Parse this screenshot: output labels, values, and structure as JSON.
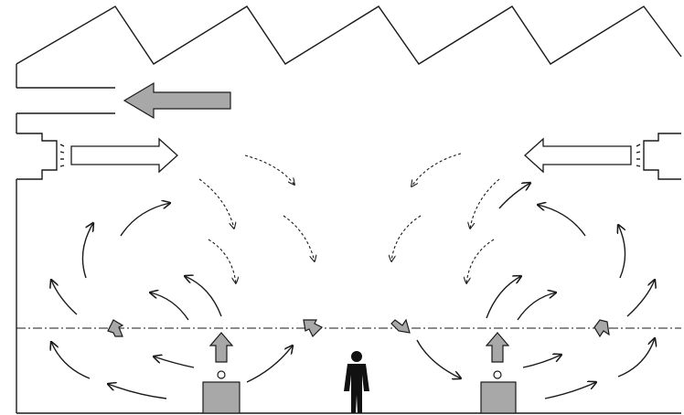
{
  "figure": {
    "description_text": "",
    "legend": [],
    "colors": {
      "line": "#1a1a1a",
      "fill_gray": "#a8a8a8",
      "background": "#ffffff"
    },
    "icons": [
      "sawtooth-roof",
      "exhaust-outlet",
      "supply-diffuser-left",
      "supply-diffuser-right",
      "heat-source-left",
      "heat-source-right",
      "person-icon",
      "occupied-zone-boundary"
    ]
  }
}
